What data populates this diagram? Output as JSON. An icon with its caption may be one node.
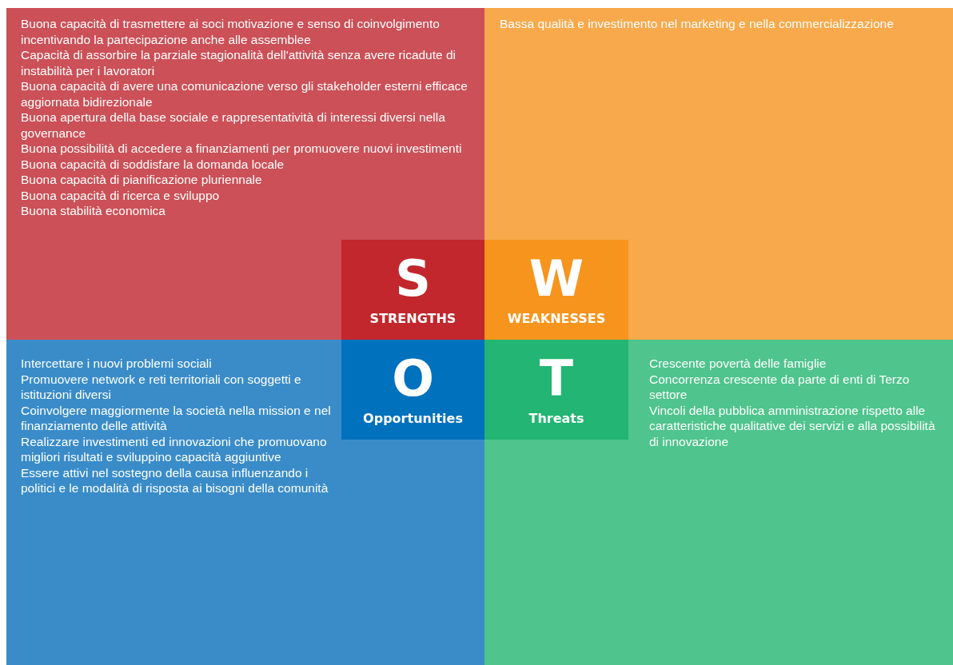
{
  "diagram": {
    "nodes": [
      {
        "text": [
          "Buona capacità di trasmettere ai soci motivazione e senso di coinvolgimento incentivando la partecipazione anche alle assemblee",
          "Capacità di assorbire la parziale stagionalità dell'attività senza avere ricadute di instabilità per i lavoratori",
          "Buona capacità di avere una comunicazione verso gli stakeholder esterni efficace aggiornata bidirezionale",
          "Buona apertura della base sociale e rappresentatività di interessi diversi nella governance",
          "Buona possibilità di accedere a finanziamenti per promuovere nuovi investimenti",
          "Buona capacità di soddisfare la domanda locale",
          "Buona capacità di pianificazione pluriennale",
          "Buona capacità di ricerca e sviluppo",
          "Buona stabilità economica"
        ]
      },
      {
        "text": [
          "Bassa qualità e investimento nel marketing e nella commercializzazione"
        ]
      },
      {
        "text": [
          "Intercettare i nuovi problemi sociali",
          "Promuovere network e reti territoriali con soggetti e istituzioni diversi",
          "Coinvolgere maggiormente la società nella mission e nel finanziamento delle attività",
          "Realizzare investimenti ed innovazioni che promuovano migliori risultati e sviluppino capacità aggiuntive",
          "Essere attivi nel sostegno della causa influenzando i politici e le modalità di risposta ai bisogni della comunità"
        ]
      },
      {
        "text": [
          "Crescente povertà delle famiglie",
          "Concorrenza crescente da parte di enti di Terzo settore",
          "Vincoli della pubblica amministrazione rispetto alle caratteristiche qualitative dei servizi e alla possibilità di innovazione"
        ]
      },
      {
        "text": [
          "S",
          "STRENGTHS"
        ],
        "in": 0
      },
      {
        "text": [
          "W",
          "WEAKNESSES"
        ],
        "in": 1
      },
      {
        "text": [
          "O",
          "Opportunities"
        ],
        "in": 2
      },
      {
        "text": [
          "T",
          "Threats"
        ],
        "in": 3
      }
    ]
  }
}
